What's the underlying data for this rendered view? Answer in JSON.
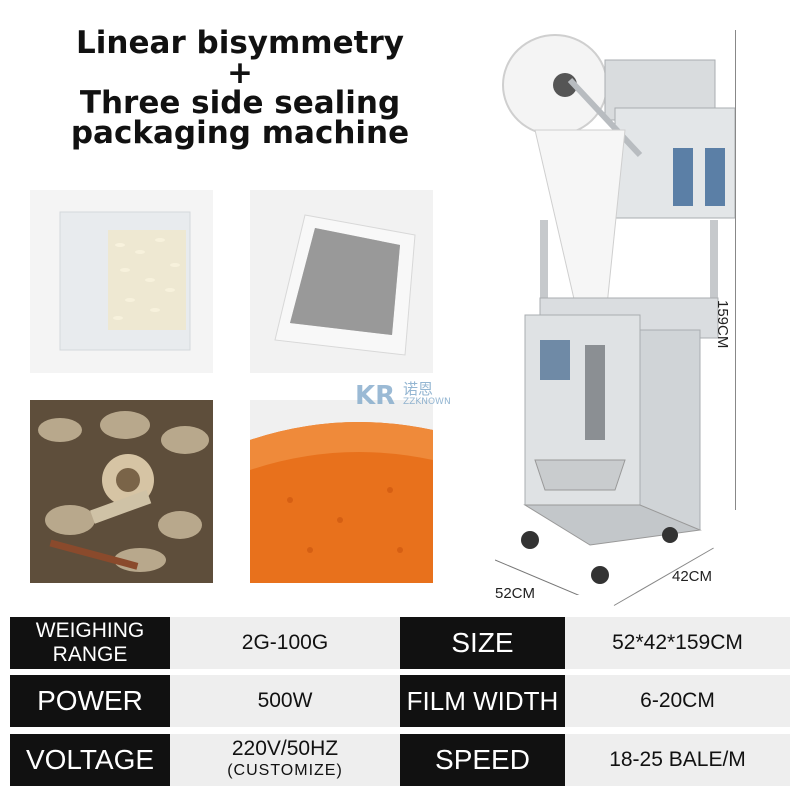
{
  "title": {
    "line1": "Linear bisymmetry",
    "line2": "+",
    "line3": "Three side sealing",
    "line4": "packaging machine"
  },
  "dimensions": {
    "height": "159CM",
    "width": "52CM",
    "depth": "42CM"
  },
  "logo": {
    "brand_cn": "诺恩",
    "brand_en": "ZZKNOWN"
  },
  "specs": [
    {
      "label_line1": "WEIGHING",
      "label_line2": "RANGE",
      "value": "2G-100G",
      "label2": "SIZE",
      "value2": "52*42*159CM"
    },
    {
      "label": "POWER",
      "value": "500W",
      "label2": "FILM WIDTH",
      "value2": "6-20CM"
    },
    {
      "label": "VOLTAGE",
      "value_line1": "220V/50HZ",
      "value_line2": "(CUSTOMIZE)",
      "label2": "SPEED",
      "value2": "18-25 BALE/M"
    }
  ],
  "colors": {
    "label_bg": "#111111",
    "value_bg": "#eeeeee",
    "powder": "#e8711c"
  }
}
